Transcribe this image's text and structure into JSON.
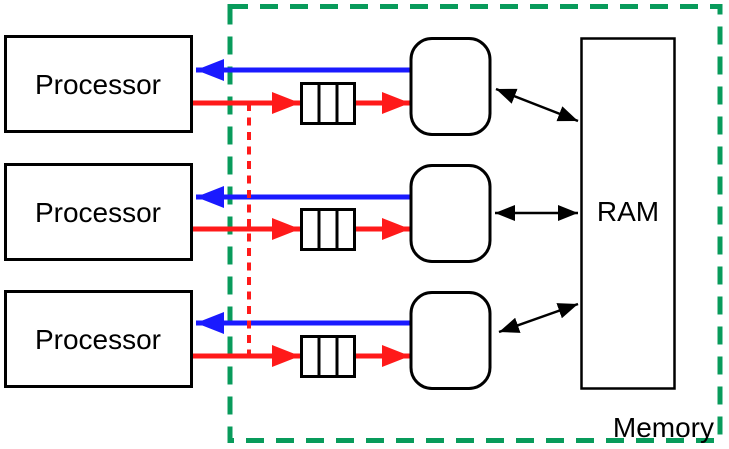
{
  "colors": {
    "background": "#ffffff",
    "black": "#000000",
    "blue": "#1a1aff",
    "red": "#ff1a1a",
    "green": "#089b5b"
  },
  "diagram": {
    "memory_region_label": "Memory",
    "ram_label": "RAM",
    "processors": [
      {
        "label": "Processor"
      },
      {
        "label": "Processor"
      },
      {
        "label": "Processor"
      }
    ]
  }
}
